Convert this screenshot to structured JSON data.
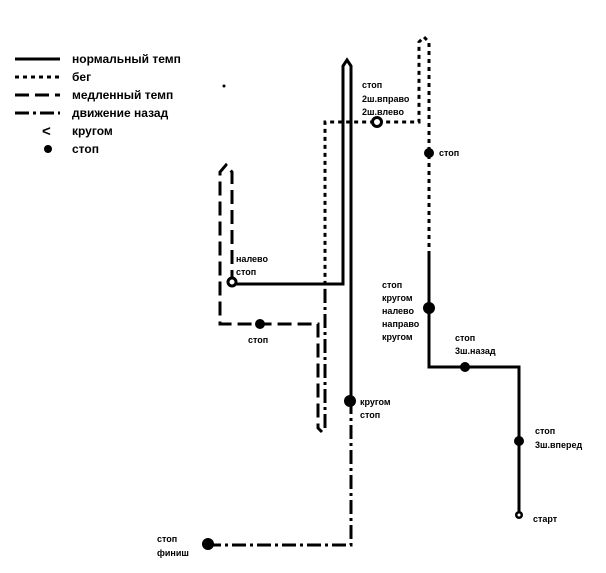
{
  "legend": [
    {
      "style": "solid",
      "label": "нормальный темп"
    },
    {
      "style": "dotted",
      "label": "бег"
    },
    {
      "style": "dashed",
      "label": "медленный темп"
    },
    {
      "style": "dash-dot",
      "label": "движение назад"
    },
    {
      "style": "turn-symbol",
      "label": "кругом"
    },
    {
      "style": "stop-dot",
      "label": "стоп"
    }
  ],
  "turn_symbol": "<",
  "labels": {
    "start": [
      "старт"
    ],
    "forward": [
      "стоп",
      "3ш.вперед"
    ],
    "back": [
      "стоп",
      "3ш.назад"
    ],
    "multi": [
      "стоп",
      "кругом",
      "налево",
      "направо",
      "кругом"
    ],
    "top_stop": [
      "стоп"
    ],
    "side": [
      "стоп",
      "2ш.вправо",
      "2ш.влево"
    ],
    "left_stop": [
      "налево",
      "стоп"
    ],
    "slow_stop": [
      "стоп"
    ],
    "turn_stop": [
      "кругом",
      "стоп"
    ],
    "finish": [
      "стоп",
      "финиш"
    ]
  }
}
